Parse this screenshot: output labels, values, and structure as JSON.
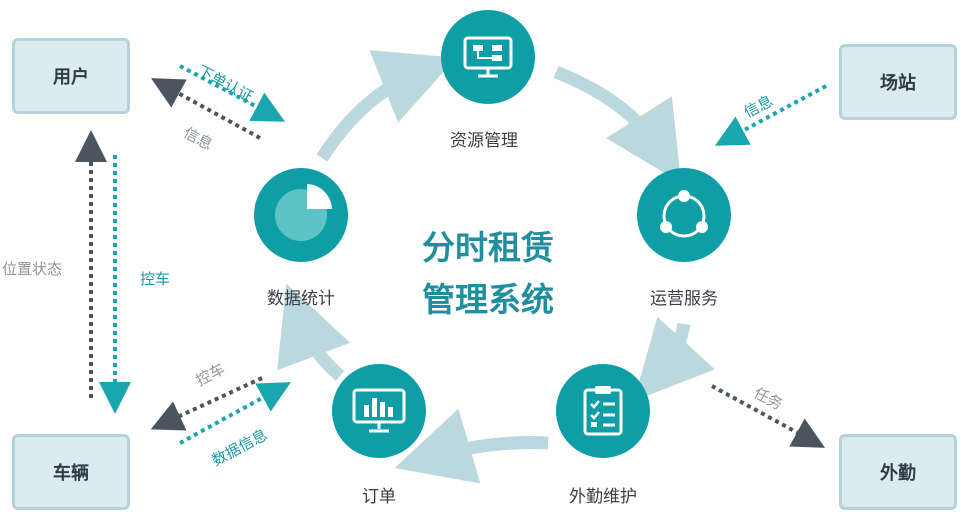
{
  "title_line1": "分时租赁",
  "title_line2": "管理系统",
  "entities": {
    "user": "用户",
    "vehicle": "车辆",
    "station": "场站",
    "field_staff": "外勤"
  },
  "cycle_nodes": {
    "resource_mgmt": "资源管理",
    "operation_service": "运营服务",
    "field_maintenance": "外勤维护",
    "order": "订单",
    "data_statistics": "数据统计"
  },
  "annotations": {
    "real_name_verify": "下单认证",
    "info_to_user": "信息",
    "position_status": "位置状态",
    "car_control_left": "控车",
    "car_control_vehicle": "控车",
    "data_info": "数据信息",
    "station_info": "信息",
    "task": "任务"
  },
  "colors": {
    "teal": "#0f9ea6",
    "cycle_arrow": "#bcd8df",
    "entity_fill": "#dcebef",
    "entity_border": "#b5d3dd"
  }
}
